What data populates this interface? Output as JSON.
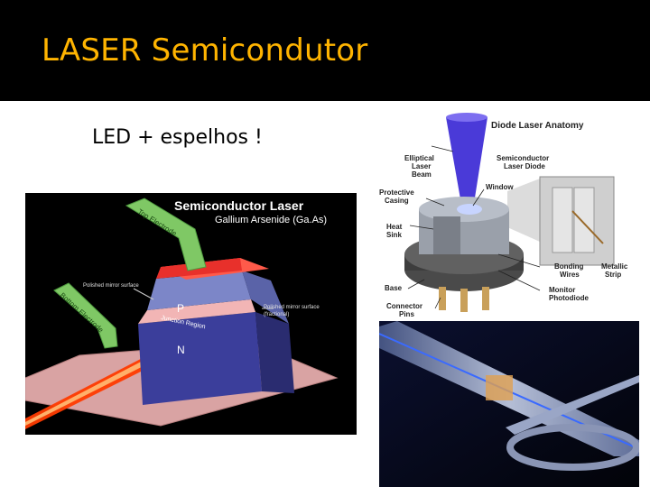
{
  "slide": {
    "title": "LASER Semicondutor",
    "subtitle": "LED + espelhos !"
  },
  "figure_left": {
    "title": "Semiconductor Laser",
    "subtitle": "Gallium Arsenide (Ga.As)",
    "top_electrode": "Top Electrode",
    "bottom_electrode": "Bottom Electrode",
    "polished_mirror_left": "Polished mirror surface",
    "polished_mirror_right": "Polished mirror surface",
    "polished_mirror_right_note": "(fractional)",
    "p_label": "P",
    "junction_label": "Junction Region",
    "n_label": "N"
  },
  "figure_right": {
    "title": "Diode Laser Anatomy",
    "labels": {
      "elliptical": "Elliptical",
      "laser": "Laser",
      "beam": "Beam",
      "protective": "Protective",
      "casing": "Casing",
      "heat": "Heat",
      "sink": "Sink",
      "base": "Base",
      "connector": "Connector",
      "pins": "Pins",
      "window": "Window",
      "semiconductor": "Semiconductor",
      "laser_diode": "Laser Diode",
      "bonding": "Bonding",
      "wires": "Wires",
      "metallic": "Metallic",
      "strip": "Strip",
      "monitor_photodiode": "Monitor",
      "photodiode": "Photodiode"
    }
  },
  "colors": {
    "title": "#ffb400",
    "title_bar": "#000000"
  }
}
